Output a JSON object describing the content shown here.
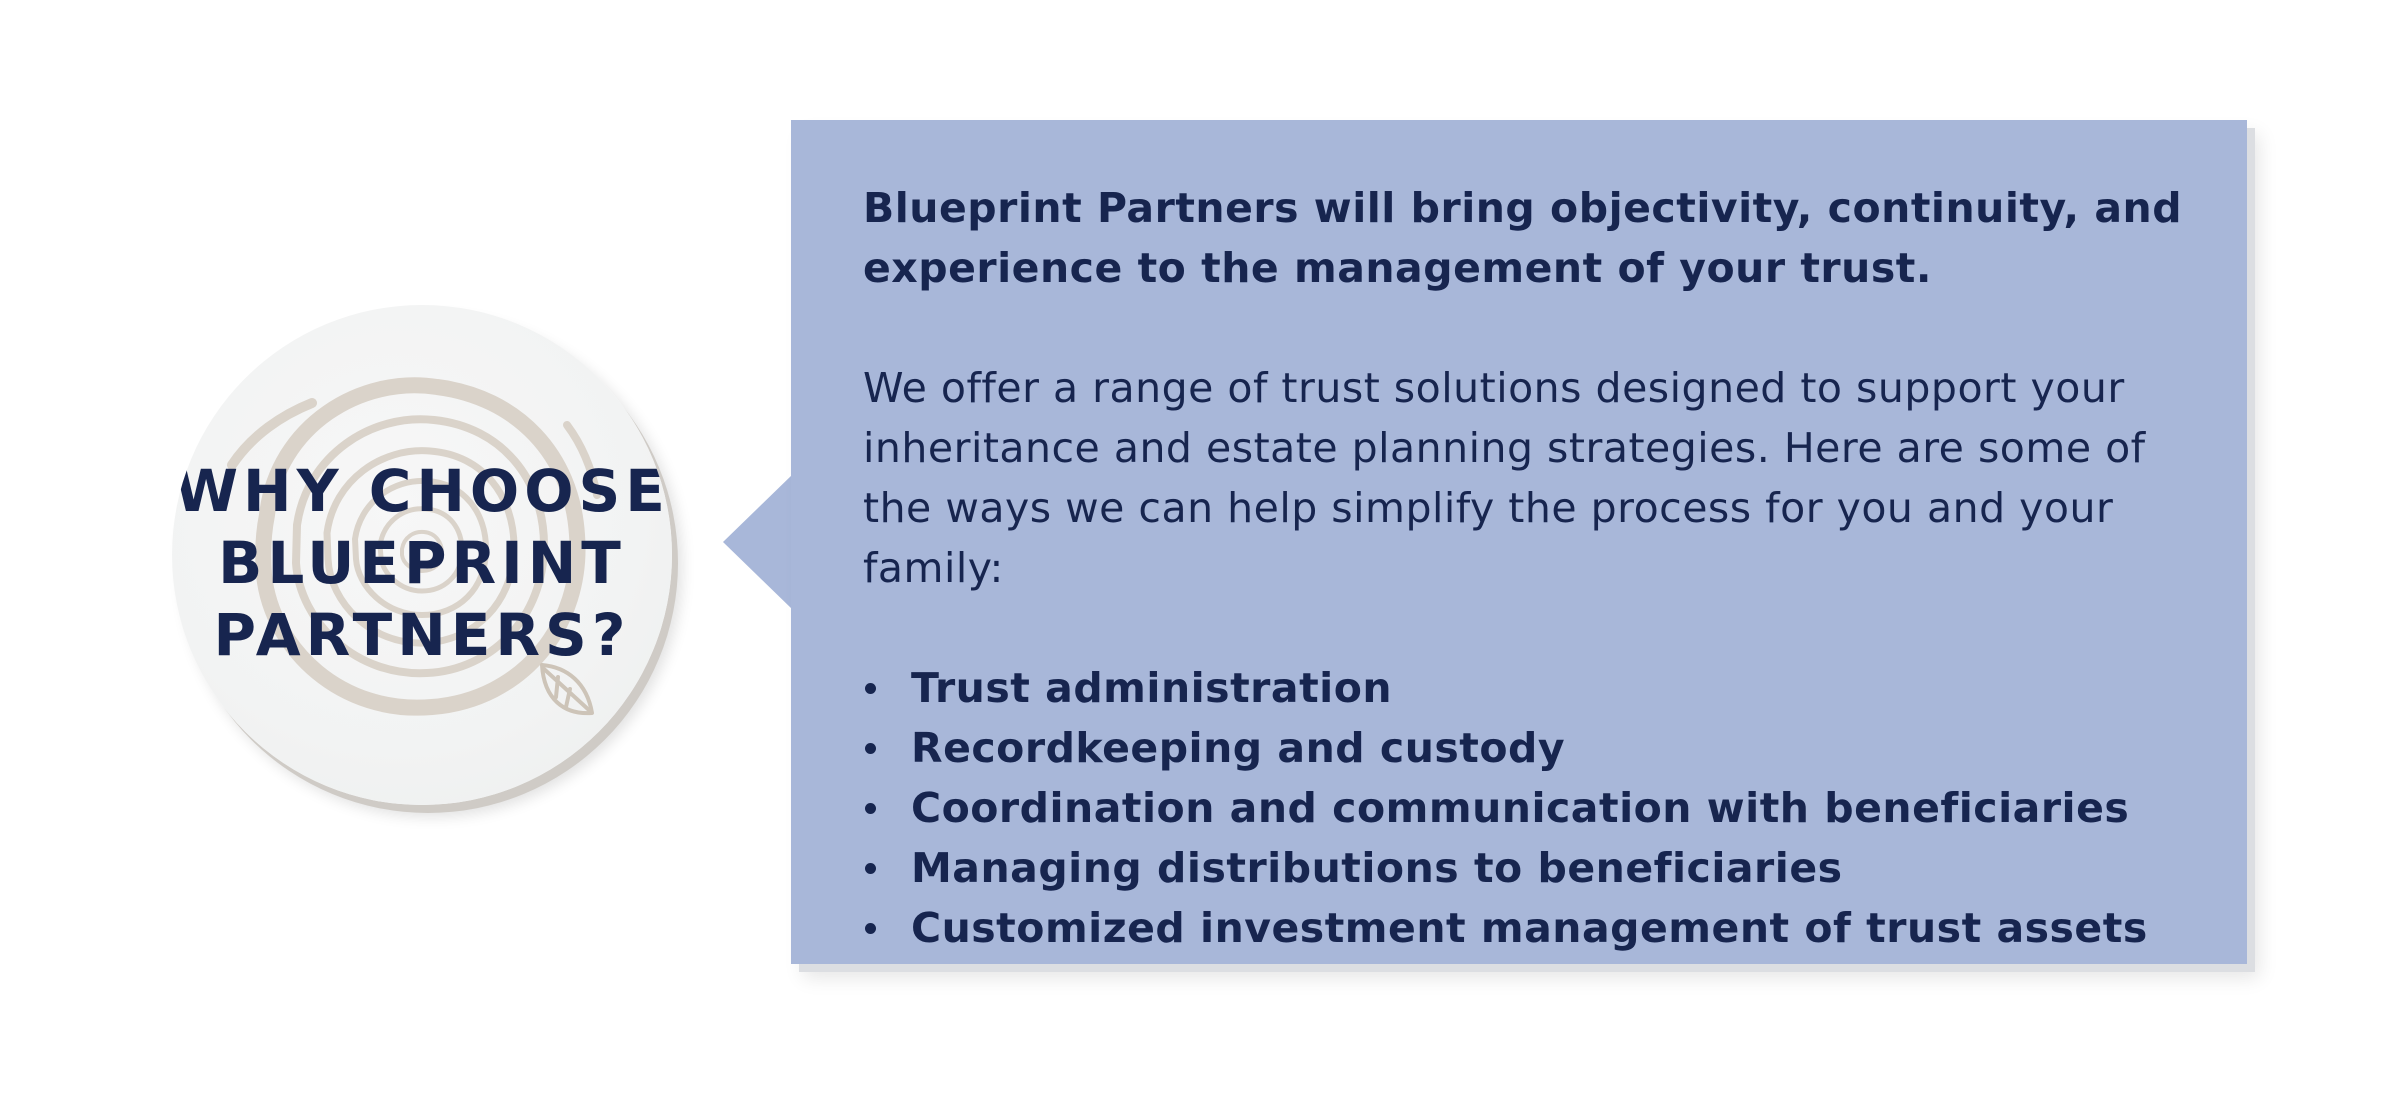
{
  "badge": {
    "title": "WHY CHOOSE\nBLUEPRINT\nPARTNERS?",
    "icon": "tree-rings-icon"
  },
  "callout": {
    "lead": "Blueprint Partners will bring objectivity, continuity, and experience to the management of your trust.",
    "body": "We offer a range of trust solutions designed to support your inheritance and estate planning strategies. Here are some of the ways we can help simplify the process for you and your family:",
    "services": [
      "Trust administration",
      "Recordkeeping and custody",
      "Coordination and communication with beneficiaries",
      "Managing distributions to beneficiaries",
      "Customized investment management of trust assets"
    ]
  },
  "colors": {
    "navy": "#17254f",
    "callout_bg": "#a8b7d9",
    "badge_bg": "#f2f3f3",
    "rings": "#d9d2c9"
  }
}
